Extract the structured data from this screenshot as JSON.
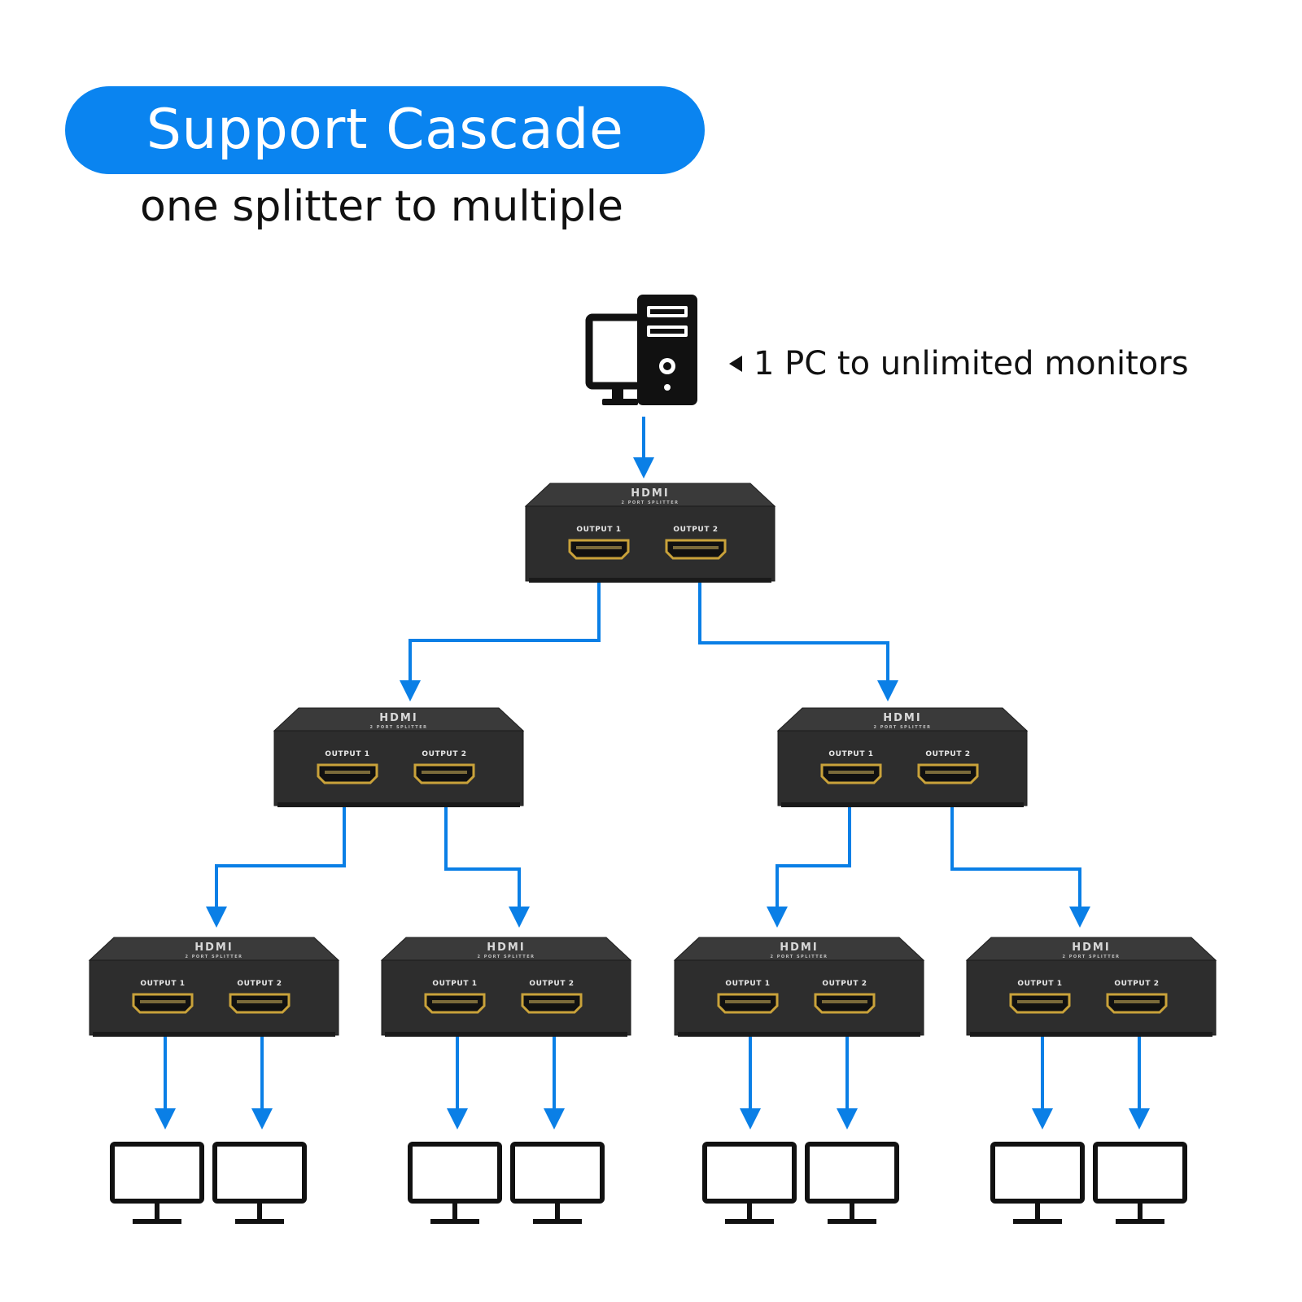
{
  "header": {
    "title": "Support Cascade",
    "subtitle": "one splitter to multiple"
  },
  "source": {
    "icon": "desktop-pc-icon",
    "label": "1 PC to unlimited monitors"
  },
  "splitter": {
    "brand": "HDMI",
    "subtitle": "2 PORT SPLITTER",
    "port1": "OUTPUT 1",
    "port2": "OUTPUT 2"
  },
  "levels": {
    "level1_splitters": 1,
    "level2_splitters": 2,
    "level3_splitters": 4,
    "monitors": 8
  },
  "colors": {
    "title_bg": "#0a84f0",
    "arrow": "#0a7fe6",
    "splitter_body": "#2d2d2d",
    "port_gold": "#c9a23a"
  }
}
